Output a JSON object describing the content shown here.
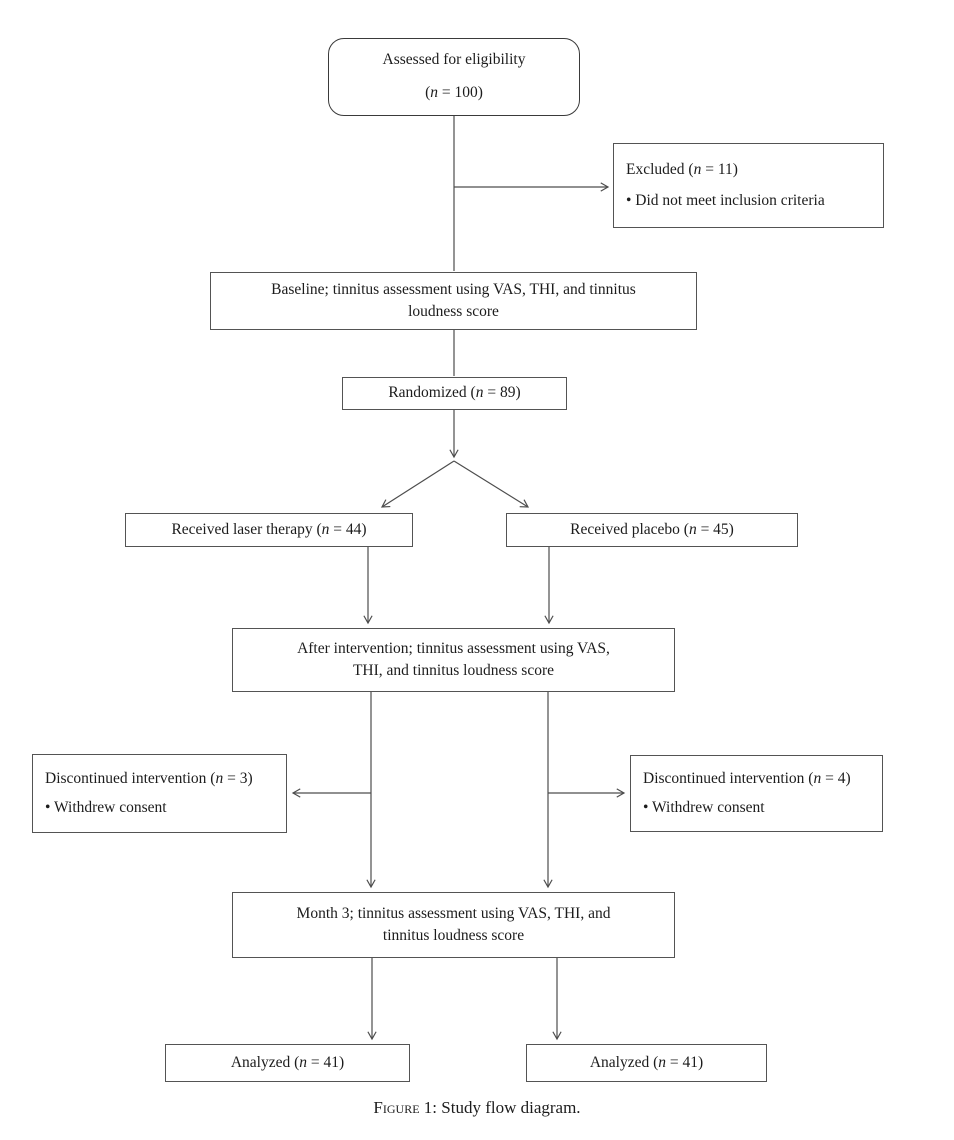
{
  "caption": {
    "label": "Figure",
    "rest": " 1: Study flow diagram."
  },
  "boxes": {
    "assessed": {
      "line1": "Assessed for eligibility",
      "pre": "(",
      "n_var": "n",
      "post": " = 100)"
    },
    "excluded": {
      "pre": "Excluded (",
      "n_var": "n",
      "post": " = 11)",
      "bullet": "• Did not meet inclusion criteria"
    },
    "baseline": {
      "line1": "Baseline; tinnitus assessment using VAS, THI, and tinnitus",
      "line2": "loudness score"
    },
    "randomized": {
      "pre": "Randomized (",
      "n_var": "n",
      "post": " = 89)"
    },
    "laser": {
      "pre": "Received laser therapy (",
      "n_var": "n",
      "post": " = 44)"
    },
    "placebo": {
      "pre": "Received placebo (",
      "n_var": "n",
      "post": " = 45)"
    },
    "after_intervention": {
      "line1": "After intervention; tinnitus assessment using VAS,",
      "line2": "THI, and tinnitus loudness score"
    },
    "discontinued_left": {
      "pre": "Discontinued intervention (",
      "n_var": "n",
      "post": " = 3)",
      "bullet": "• Withdrew consent"
    },
    "discontinued_right": {
      "pre": "Discontinued intervention (",
      "n_var": "n",
      "post": " = 4)",
      "bullet": "• Withdrew consent"
    },
    "month3": {
      "line1": "Month 3; tinnitus assessment using VAS, THI, and",
      "line2": "tinnitus loudness score"
    },
    "analyzed_left": {
      "pre": "Analyzed (",
      "n_var": "n",
      "post": " = 41)"
    },
    "analyzed_right": {
      "pre": "Analyzed (",
      "n_var": "n",
      "post": " = 41)"
    }
  },
  "colors": {
    "background": "#ffffff",
    "box_border": "#545454",
    "rounded_box_border": "#3a3a3a",
    "connector_line": "#4d4d4d",
    "text": "#1c1c1c"
  }
}
